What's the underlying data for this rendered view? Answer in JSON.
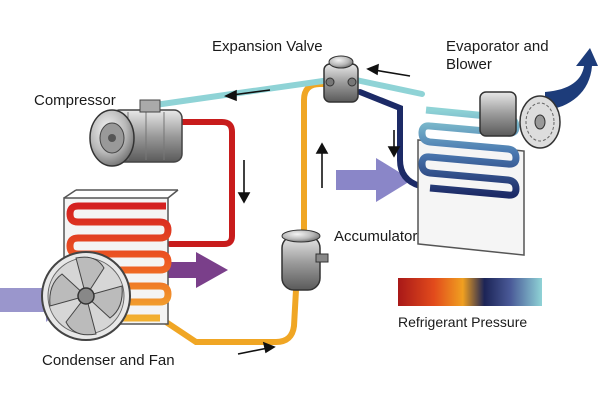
{
  "labels": {
    "compressor": "Compressor",
    "expansion_valve": "Expansion Valve",
    "evaporator_line1": "Evaporator and",
    "evaporator_line2": "Blower",
    "accumulator": "Accumulator",
    "condenser": "Condenser and Fan",
    "legend_title": "Refrigerant Pressure"
  },
  "colors": {
    "high_pressure_hot": "#d42020",
    "mid_pressure": "#f0a020",
    "low_pressure_cool": "#2a3a70",
    "low_pressure_cold": "#8fd3d6",
    "airflow_in": "#8a86c8",
    "airflow_out": "#1d3c7a"
  },
  "icons": [
    "compressor-icon",
    "expansion-valve-icon",
    "accumulator-icon",
    "condenser-coil-icon",
    "fan-icon",
    "evaporator-coil-icon",
    "blower-icon",
    "flow-arrow-icon",
    "airflow-arrow-icon"
  ]
}
